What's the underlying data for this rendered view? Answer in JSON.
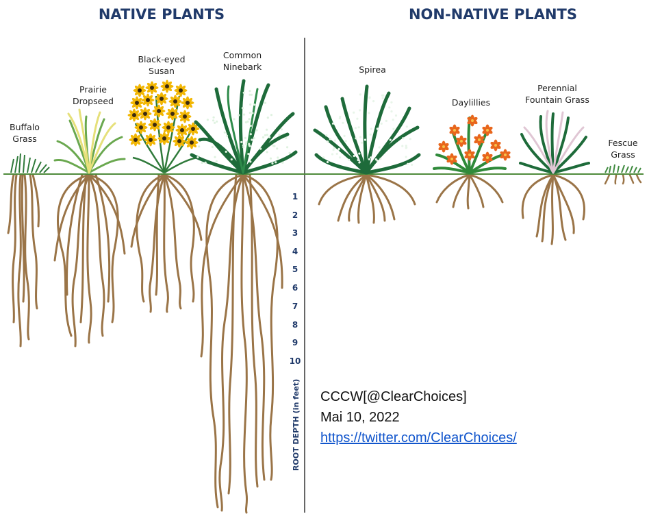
{
  "headings": {
    "native": "NATIVE PLANTS",
    "non_native": "NON-NATIVE PLANTS"
  },
  "plants": {
    "buffalo_grass": [
      "Buffalo",
      "Grass"
    ],
    "prairie_dropseed": [
      "Prairie",
      "Dropseed"
    ],
    "black_eyed_susan": [
      "Black-eyed",
      "Susan"
    ],
    "common_ninebark": [
      "Common",
      "Ninebark"
    ],
    "spirea": [
      "Spirea"
    ],
    "daylillies": [
      "Daylillies"
    ],
    "fountain_grass": [
      "Perennial",
      "Fountain Grass"
    ],
    "fescue_grass": [
      "Fescue",
      "Grass"
    ]
  },
  "depth_scale": {
    "title": "ROOT DEPTH (in feet)",
    "ticks": [
      "1",
      "2",
      "3",
      "4",
      "5",
      "6",
      "7",
      "8",
      "9",
      "10"
    ]
  },
  "credit": {
    "line1": "CCCW[@ClearChoices]",
    "line2": "Mai 10, 2022",
    "link": "https://twitter.com/ClearChoices/"
  },
  "colors": {
    "heading": "#203a6a",
    "ground_line": "#4e8a3a",
    "root": "#9a7447",
    "foliage_dark": "#1e6b3a",
    "foliage_light": "#6aa84f",
    "susan_yellow": "#f2b705",
    "daylily_orange": "#e8661c",
    "link": "#1155cc"
  }
}
